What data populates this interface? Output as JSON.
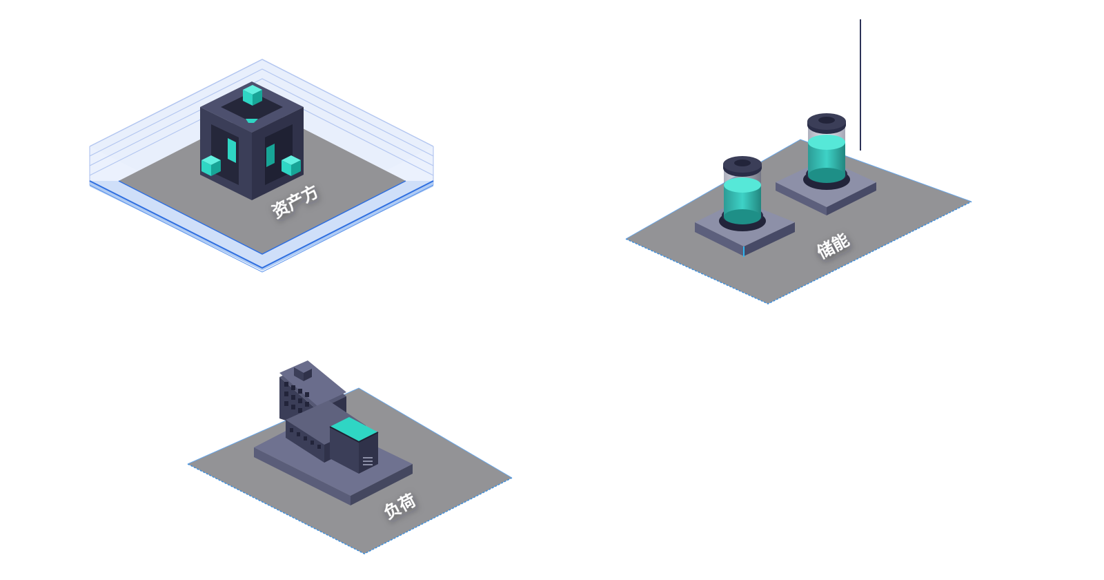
{
  "labels": {
    "asset_owner": "资产方",
    "energy_storage": "储能",
    "load": "负荷"
  },
  "icons": {
    "asset_owner": "cube-node-icon",
    "energy_storage": "battery-cylinder-icon",
    "load": "office-building-icon"
  },
  "colors": {
    "platform_gray": "#939396",
    "platform_edge": "#3a8fe0",
    "asset_glow": "#b9cef4",
    "asset_line": "#2f6fe0",
    "dark_body": "#3b3e58",
    "dark_face": "#4a4d6c",
    "teal": "#2fd6c4",
    "teal_dark": "#17a597",
    "label_text": "#ffffff"
  }
}
